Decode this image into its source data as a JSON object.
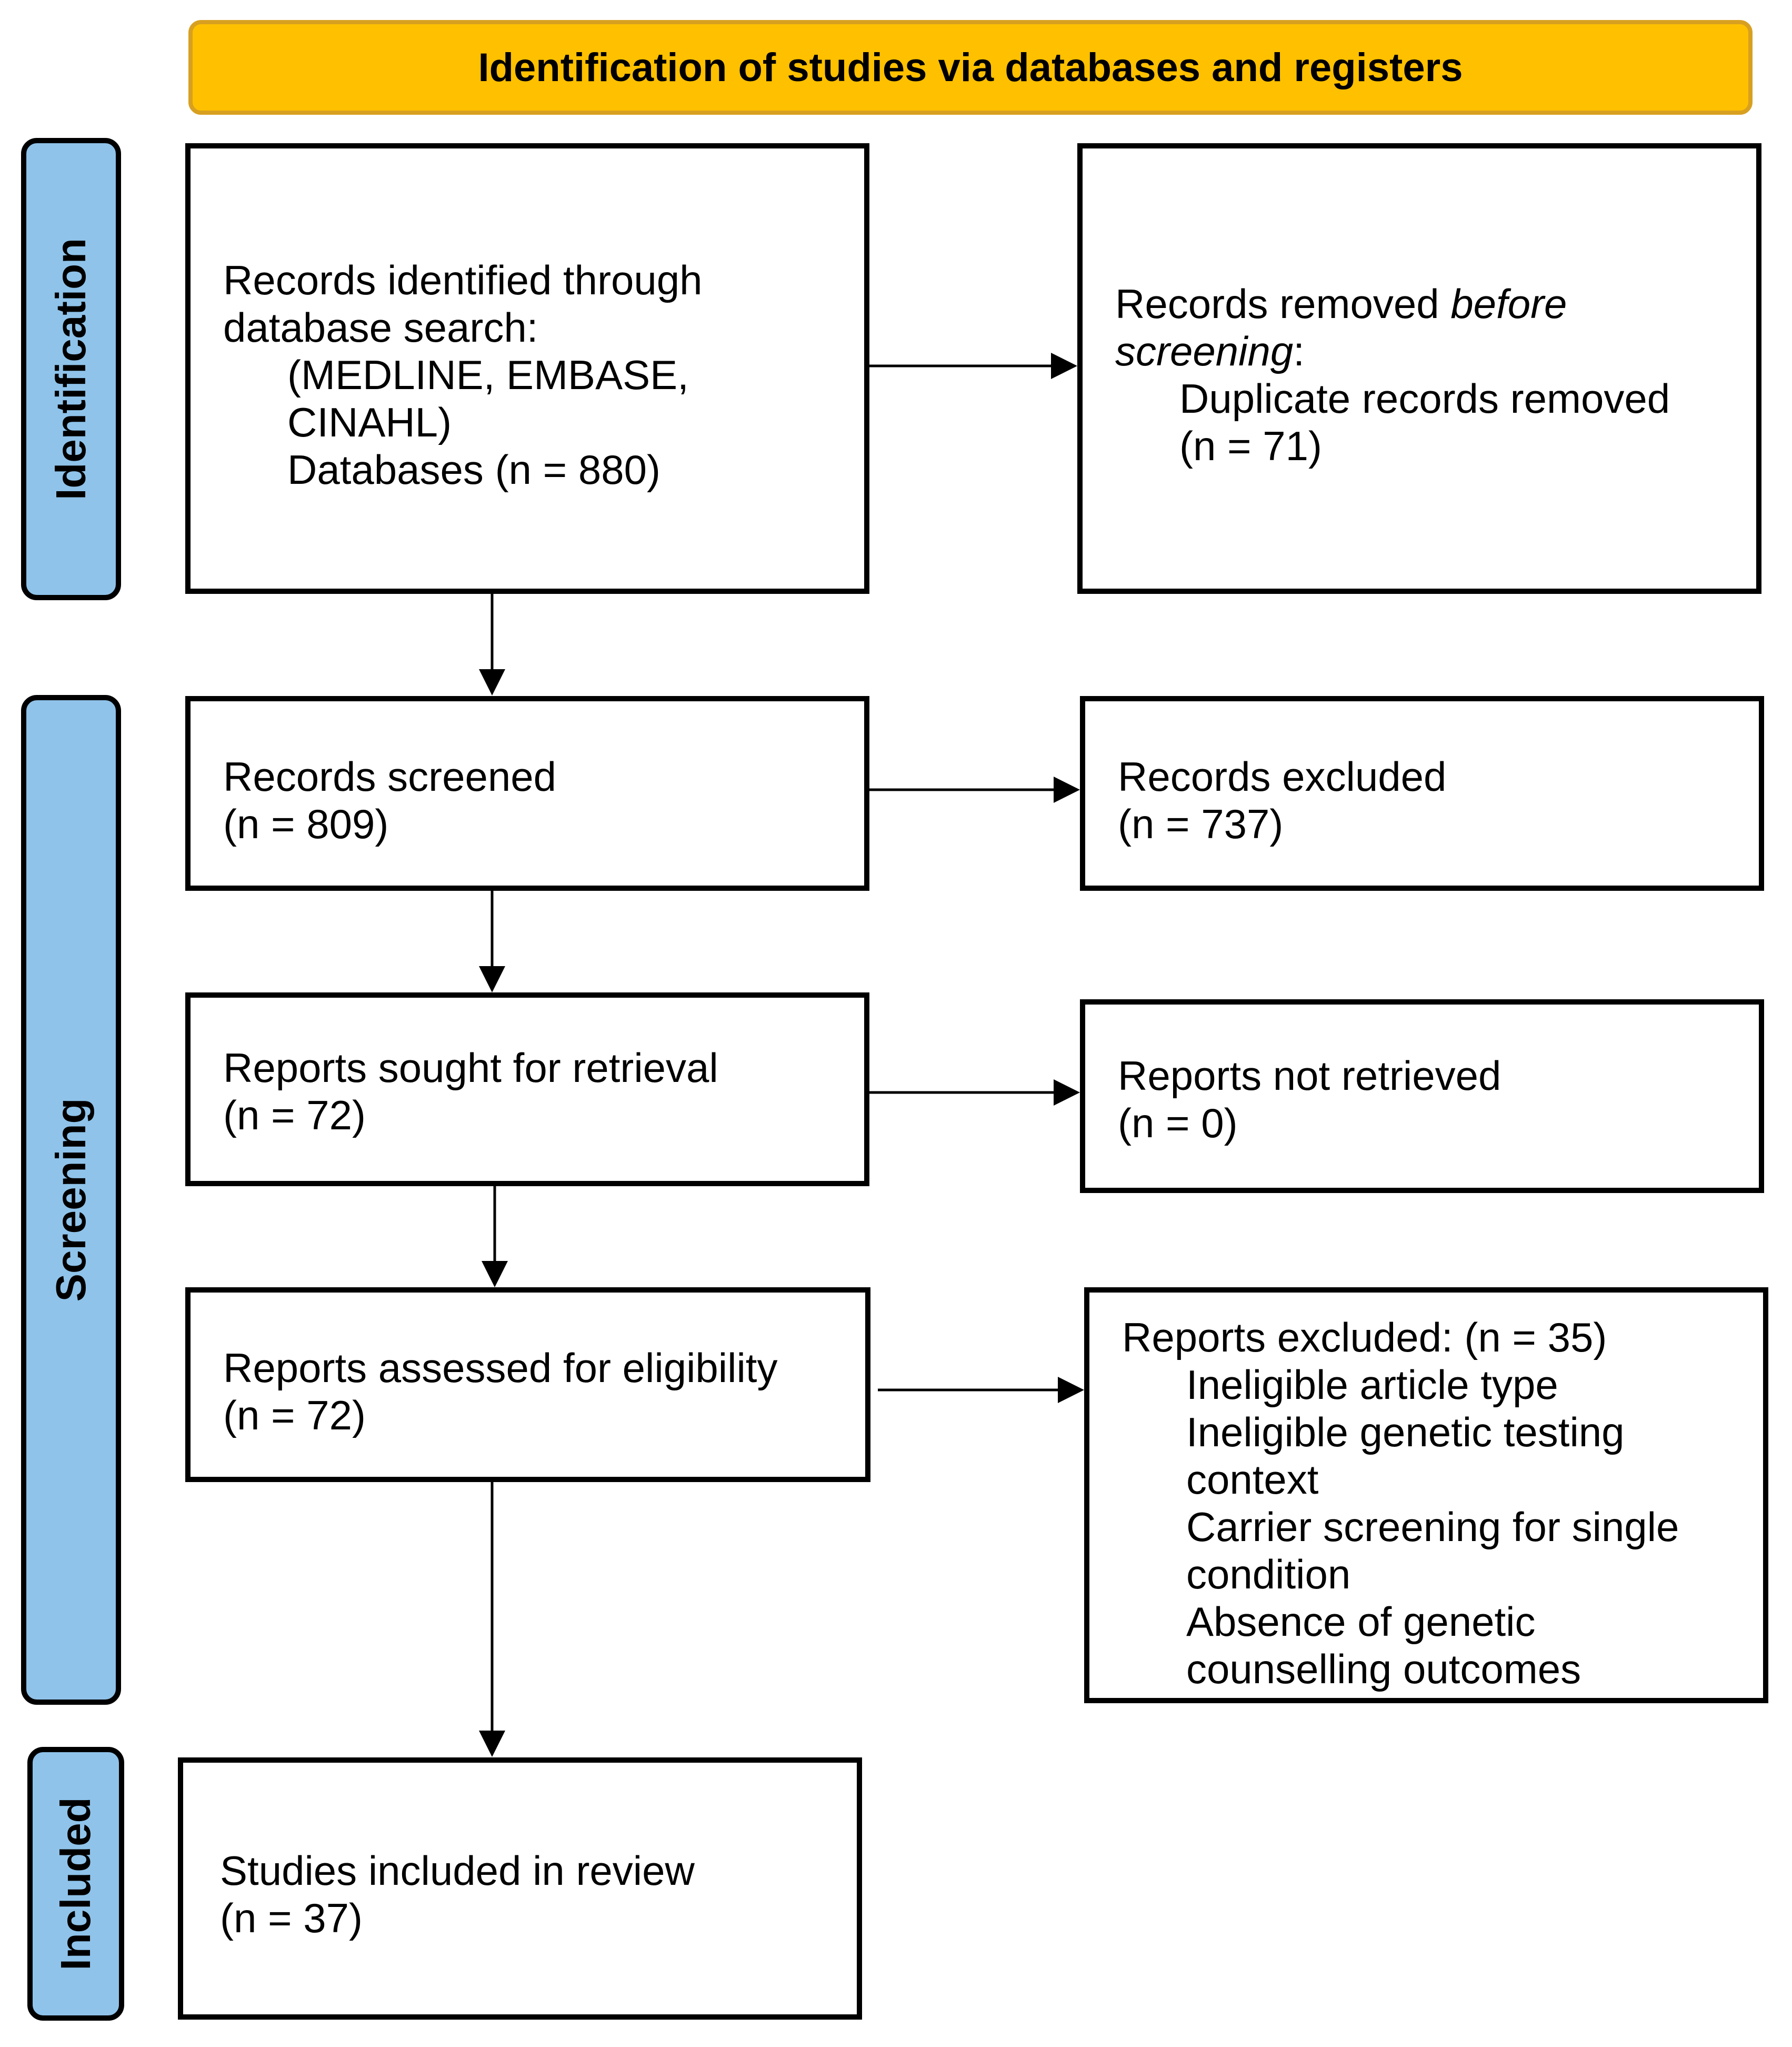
{
  "header": {
    "title": "Identification of studies via databases and registers"
  },
  "stages": {
    "identification": "Identification",
    "screening": "Screening",
    "included": "Included"
  },
  "boxes": {
    "identified": {
      "line1": "Records identified through",
      "line2": "database search:",
      "line3": "(MEDLINE, EMBASE,",
      "line4": "CINAHL)",
      "line5": "Databases (n = 880)"
    },
    "removed": {
      "line1_prefix": "Records removed ",
      "line1_em": "before",
      "line2_em": "screening",
      "line2_suffix": ":",
      "line3": "Duplicate records removed",
      "line4": "(n = 71)"
    },
    "screened": {
      "label": "Records screened",
      "count": "(n = 809)"
    },
    "excluded": {
      "label": "Records excluded",
      "count": "(n = 737)"
    },
    "sought": {
      "label": "Reports sought for retrieval",
      "count": "(n = 72)"
    },
    "not_retrieved": {
      "label": "Reports not retrieved",
      "count": "(n = 0)"
    },
    "assessed": {
      "label": "Reports assessed for eligibility",
      "count": "(n = 72)"
    },
    "reports_excluded": {
      "title": "Reports excluded: (n = 35)",
      "reasons": [
        "Ineligible article type",
        "Ineligible genetic testing",
        "context",
        "Carrier screening for single",
        "condition",
        "Absence of genetic",
        "counselling outcomes"
      ]
    },
    "included": {
      "label": "Studies included in review",
      "count": "(n = 37)"
    }
  },
  "colors": {
    "header": "#ffc000",
    "stage": "#8fc3ea",
    "border": "#000000"
  }
}
